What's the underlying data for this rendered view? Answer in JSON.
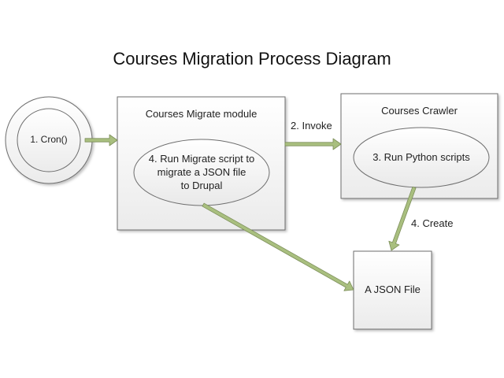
{
  "title": "Courses Migration Process Diagram",
  "nodes": {
    "cron": {
      "label": "1. Cron()",
      "shape": "double-circle"
    },
    "migrate_module": {
      "label": "Courses Migrate module",
      "shape": "rectangle"
    },
    "migrate_step": {
      "lines": [
        "4. Run Migrate script to",
        "migrate a JSON file",
        "to Drupal"
      ],
      "shape": "ellipse"
    },
    "crawler": {
      "label": "Courses Crawler",
      "shape": "rectangle"
    },
    "crawler_step": {
      "label": "3. Run Python scripts",
      "shape": "ellipse"
    },
    "json_file": {
      "label": "A JSON File",
      "shape": "rectangle"
    }
  },
  "edges": [
    {
      "from": "cron",
      "to": "migrate_module",
      "label": ""
    },
    {
      "from": "migrate_module",
      "to": "crawler",
      "label": "2. Invoke"
    },
    {
      "from": "crawler_step",
      "to": "json_file",
      "label": "4. Create"
    },
    {
      "from": "migrate_step",
      "to": "json_file",
      "label": ""
    }
  ],
  "colors": {
    "arrow_fill": "#a9bf7f",
    "arrow_stroke": "#7d8f5a",
    "shape_stroke": "#6e6e6e",
    "shape_fill_top": "#ffffff",
    "shape_fill_bottom": "#ececec"
  }
}
